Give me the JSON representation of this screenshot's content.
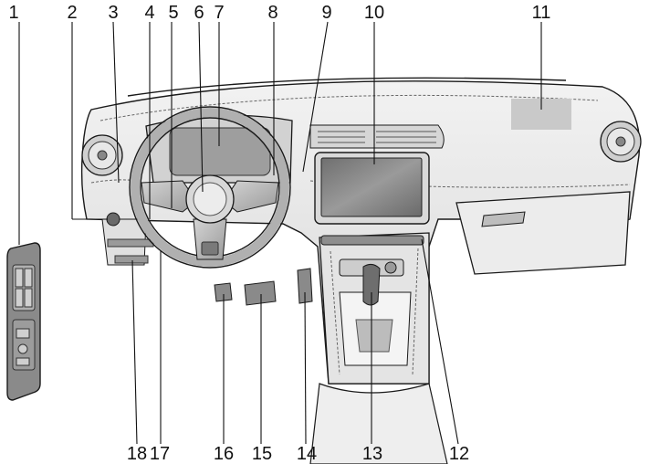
{
  "callouts": [
    {
      "id": 1,
      "label": "1"
    },
    {
      "id": 2,
      "label": "2"
    },
    {
      "id": 3,
      "label": "3"
    },
    {
      "id": 4,
      "label": "4"
    },
    {
      "id": 5,
      "label": "5"
    },
    {
      "id": 6,
      "label": "6"
    },
    {
      "id": 7,
      "label": "7"
    },
    {
      "id": 8,
      "label": "8"
    },
    {
      "id": 9,
      "label": "9"
    },
    {
      "id": 10,
      "label": "10"
    },
    {
      "id": 11,
      "label": "11"
    },
    {
      "id": 12,
      "label": "12"
    },
    {
      "id": 13,
      "label": "13"
    },
    {
      "id": 14,
      "label": "14"
    },
    {
      "id": 15,
      "label": "15"
    },
    {
      "id": 16,
      "label": "16"
    },
    {
      "id": 17,
      "label": "17"
    },
    {
      "id": 18,
      "label": "18"
    }
  ],
  "colors": {
    "outline": "#1a1a1a",
    "panel_light": "#e9e9e9",
    "panel_mid": "#c8c8c8",
    "panel_dark": "#7a7a7a",
    "screen": "#8c8c8c"
  }
}
